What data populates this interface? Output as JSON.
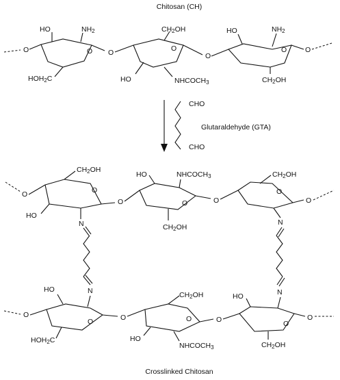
{
  "title_top": "Chitosan (CH)",
  "title_bottom": "Crosslinked Chitosan",
  "reagent": {
    "name": "Glutaraldehyde (GTA)",
    "cho_top": "CHO",
    "cho_bottom": "CHO"
  },
  "labels": {
    "OH": "OH",
    "HO": "HO",
    "NH2": "NH",
    "NH2_sub": "2",
    "CH2OH": "CH",
    "CH2OH_sub": "2",
    "CH2OH_tail": "OH",
    "HOH2C": "HOH",
    "HOH2C_sub": "2",
    "HOH2C_tail": "C",
    "NHCOCH3": "NHCOCH",
    "NHCOCH3_sub": "3",
    "O": "O",
    "N": "N"
  }
}
